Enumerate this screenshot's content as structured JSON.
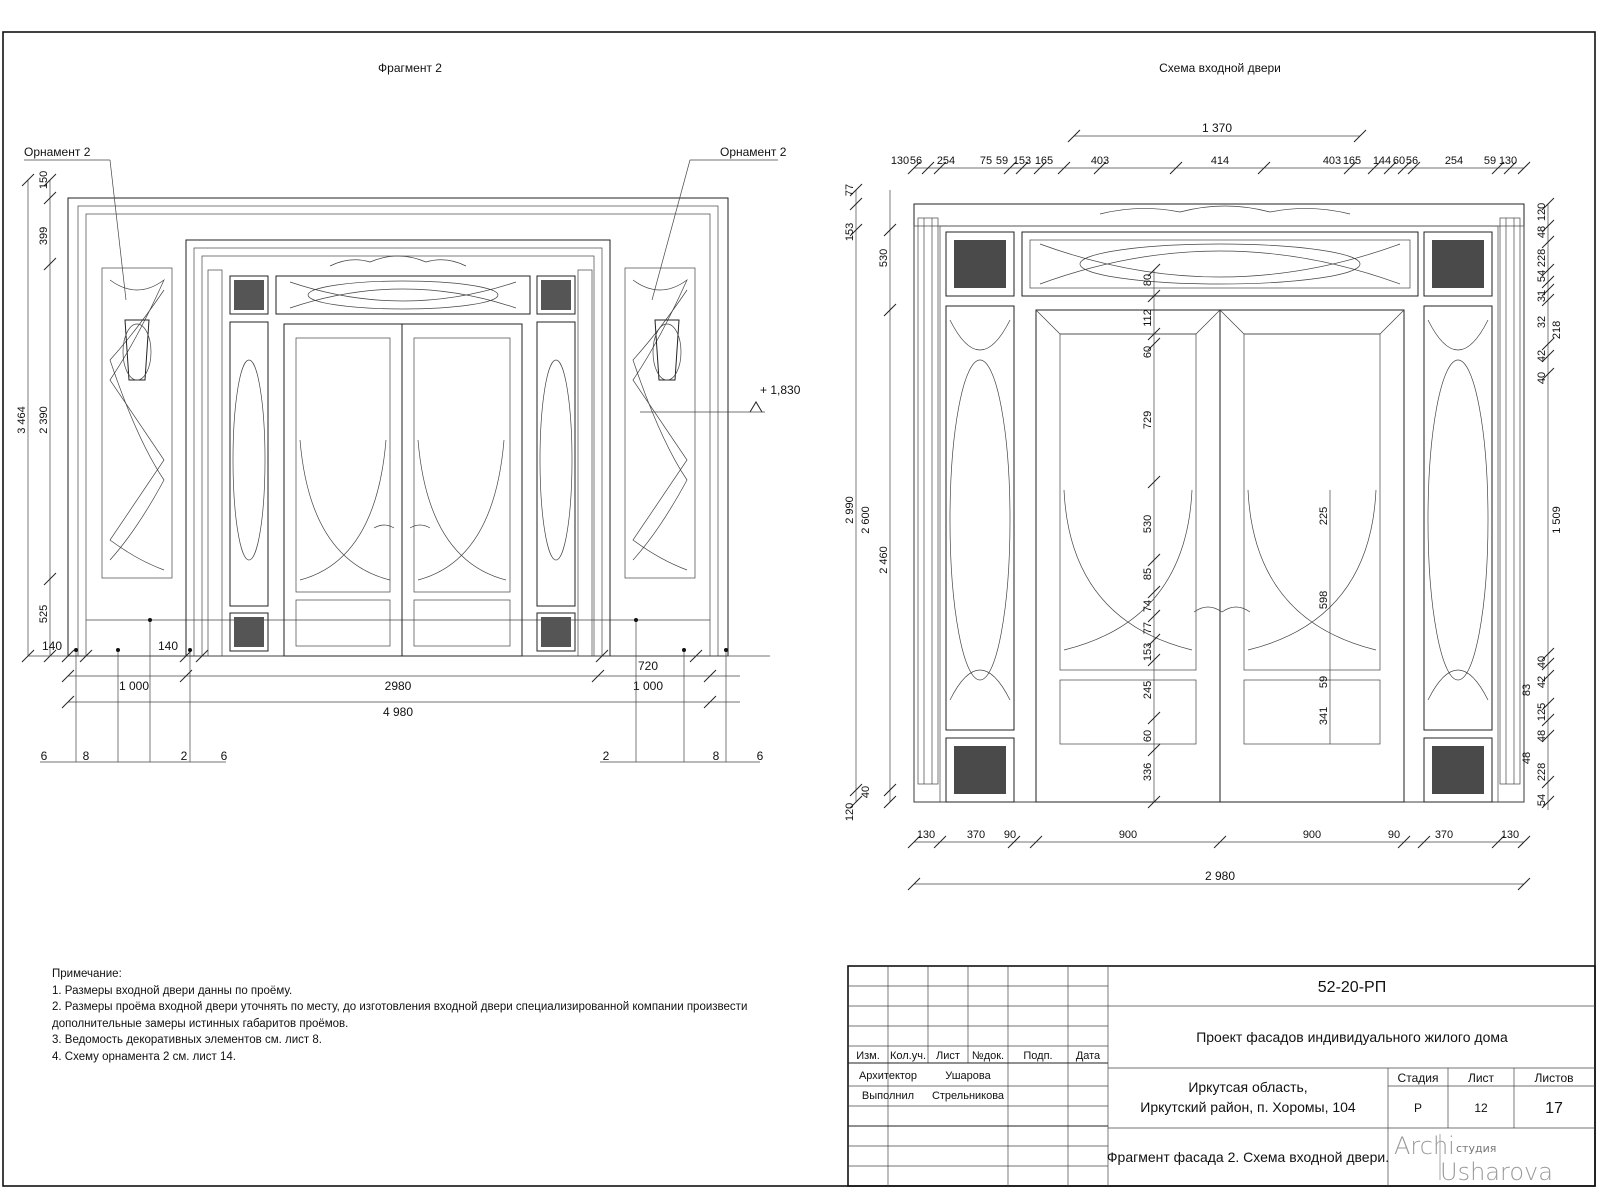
{
  "fragment": {
    "title": "Фрагмент 2",
    "ornament_label_left": "Орнамент 2",
    "ornament_label_right": "Орнамент 2",
    "level_mark": "+ 1,830",
    "vdims_left": [
      "150",
      "399",
      "3 464",
      "2 390",
      "525"
    ],
    "hdims_row1": [
      "140",
      "140",
      "720"
    ],
    "hdims_row2": [
      "1 000",
      "2980",
      "1 000"
    ],
    "hdim_total": "4 980",
    "callouts": [
      "6",
      "8",
      "2",
      "6",
      "2",
      "8",
      "6"
    ]
  },
  "door_scheme": {
    "title": "Схема входной двери",
    "top_total": "1 370",
    "top_dims": [
      "130",
      "56",
      "254",
      "75",
      "59",
      "153",
      "165",
      "403",
      "414",
      "403",
      "165",
      "144",
      "60",
      "56",
      "254",
      "59",
      "130"
    ],
    "left_outer_dims": [
      "77",
      "153",
      "2 990",
      "120"
    ],
    "left_mid_dims": [
      "530",
      "2 600",
      "2 460",
      "40"
    ],
    "center_dims": [
      "80",
      "112",
      "60",
      "729",
      "530",
      "85",
      "74",
      "77",
      "153",
      "245",
      "60",
      "336"
    ],
    "right_leaf_dims": [
      "225",
      "598",
      "59",
      "341"
    ],
    "right_side_dims": [
      "120",
      "48",
      "228",
      "54",
      "31",
      "32",
      "218",
      "42",
      "40",
      "1 509",
      "40",
      "42",
      "83",
      "125",
      "48",
      "48",
      "228",
      "54"
    ],
    "bottom_dims": [
      "130",
      "370",
      "90",
      "900",
      "900",
      "90",
      "370",
      "130"
    ],
    "bottom_total": "2 980"
  },
  "notes": {
    "heading": "Примечание:",
    "items": [
      "1. Размеры входной двери данны по проёму.",
      "2. Размеры проёма входной двери уточнять по месту, до изготовления входной двери специализированной компании произвести",
      "дополнительные замеры истинных габаритов проёмов.",
      "3. Ведомость декоративных элементов см. лист 8.",
      "4. Схему орнамента 2 см. лист 14."
    ]
  },
  "title_block": {
    "code": "52-20-РП",
    "project": "Проект фасадов индивидуального жилого дома",
    "address_line1": "Иркутсая область,",
    "address_line2": "Иркутский район, п. Хоромы, 104",
    "sheet_title": "Фрагмент фасада 2. Схема входной двери.",
    "col_headers": [
      "Изм.",
      "Кол.уч.",
      "Лист",
      "№док.",
      "Подп.",
      "Дата"
    ],
    "role1": "Архитектор",
    "name1": "Ушарова",
    "role2": "Выполнил",
    "name2": "Стрельникова",
    "stage_label": "Стадия",
    "sheet_label": "Лист",
    "sheets_label": "Листов",
    "stage": "Р",
    "sheet": "12",
    "sheets": "17",
    "logo_top": "Archi",
    "logo_studio": "студия",
    "logo_bottom": "Usharova"
  }
}
